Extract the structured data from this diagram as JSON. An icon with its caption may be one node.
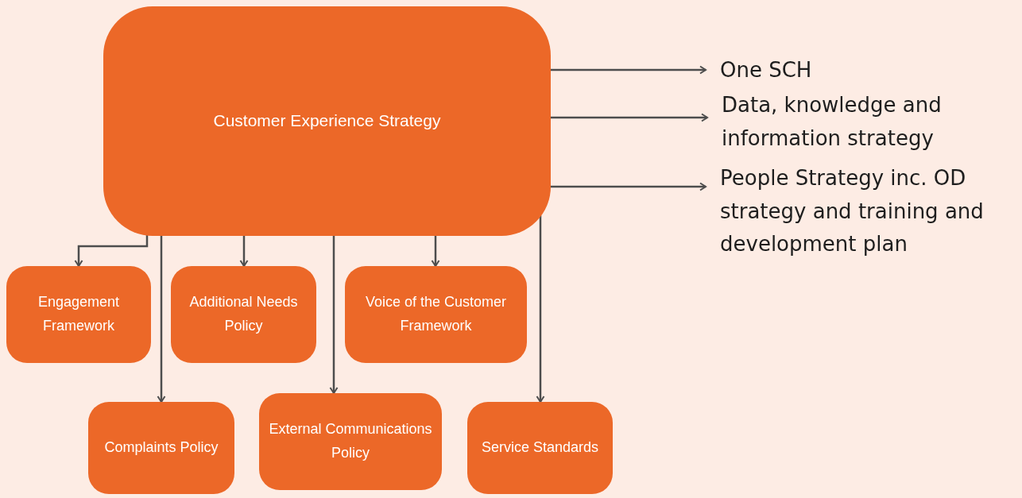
{
  "diagram": {
    "nodes": [
      {
        "text": [
          "Customer Experience Strategy"
        ]
      },
      {
        "text": [
          "One SCH"
        ]
      },
      {
        "text": [
          "Data, knowledge and information strategy"
        ]
      },
      {
        "text": [
          "People Strategy inc. OD strategy and training and development plan"
        ]
      },
      {
        "text": [
          "Engagement Framework"
        ]
      },
      {
        "text": [
          "Additional Needs Policy"
        ]
      },
      {
        "text": [
          "Voice of the Customer Framework"
        ]
      },
      {
        "text": [
          "Complaints Policy"
        ]
      },
      {
        "text": [
          "External Communications Policy"
        ]
      },
      {
        "text": [
          "Service Standards"
        ]
      }
    ],
    "edges": [
      {
        "from": 0,
        "to": 1,
        "arrow": "to"
      },
      {
        "from": 0,
        "to": 2,
        "arrow": "to"
      },
      {
        "from": 0,
        "to": 3,
        "arrow": "to"
      },
      {
        "from": 0,
        "to": 4,
        "arrow": "to"
      },
      {
        "from": 0,
        "to": 5,
        "arrow": "to"
      },
      {
        "from": 0,
        "to": 6,
        "arrow": "to"
      },
      {
        "from": 0,
        "to": 7,
        "arrow": "to"
      },
      {
        "from": 0,
        "to": 8,
        "arrow": "to"
      },
      {
        "from": 0,
        "to": 9,
        "arrow": "to"
      }
    ]
  }
}
